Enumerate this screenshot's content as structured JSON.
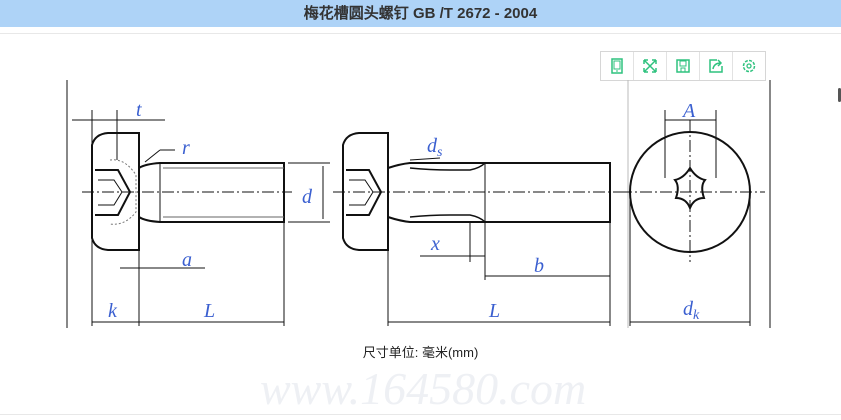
{
  "header": {
    "title": "梅花槽圆头螺钉 GB /T 2672 - 2004"
  },
  "toolbar": [
    {
      "icon": "tablet-icon"
    },
    {
      "icon": "expand-icon"
    },
    {
      "icon": "save-icon"
    },
    {
      "icon": "share-icon"
    },
    {
      "icon": "gear-icon"
    }
  ],
  "accent": "#2ec27e",
  "diagram": {
    "labels": {
      "t": "t",
      "r": "r",
      "d": "d",
      "a": "a",
      "k": "k",
      "L": "L",
      "ds": "d",
      "ds_sub": "s",
      "x": "x",
      "b": "b",
      "L2": "L",
      "A": "A",
      "dk": "d",
      "dk_sub": "k"
    },
    "watermark": "www.164580.com"
  },
  "caption": {
    "prefix": "尺寸单位: ",
    "unit": "毫米(mm)"
  }
}
